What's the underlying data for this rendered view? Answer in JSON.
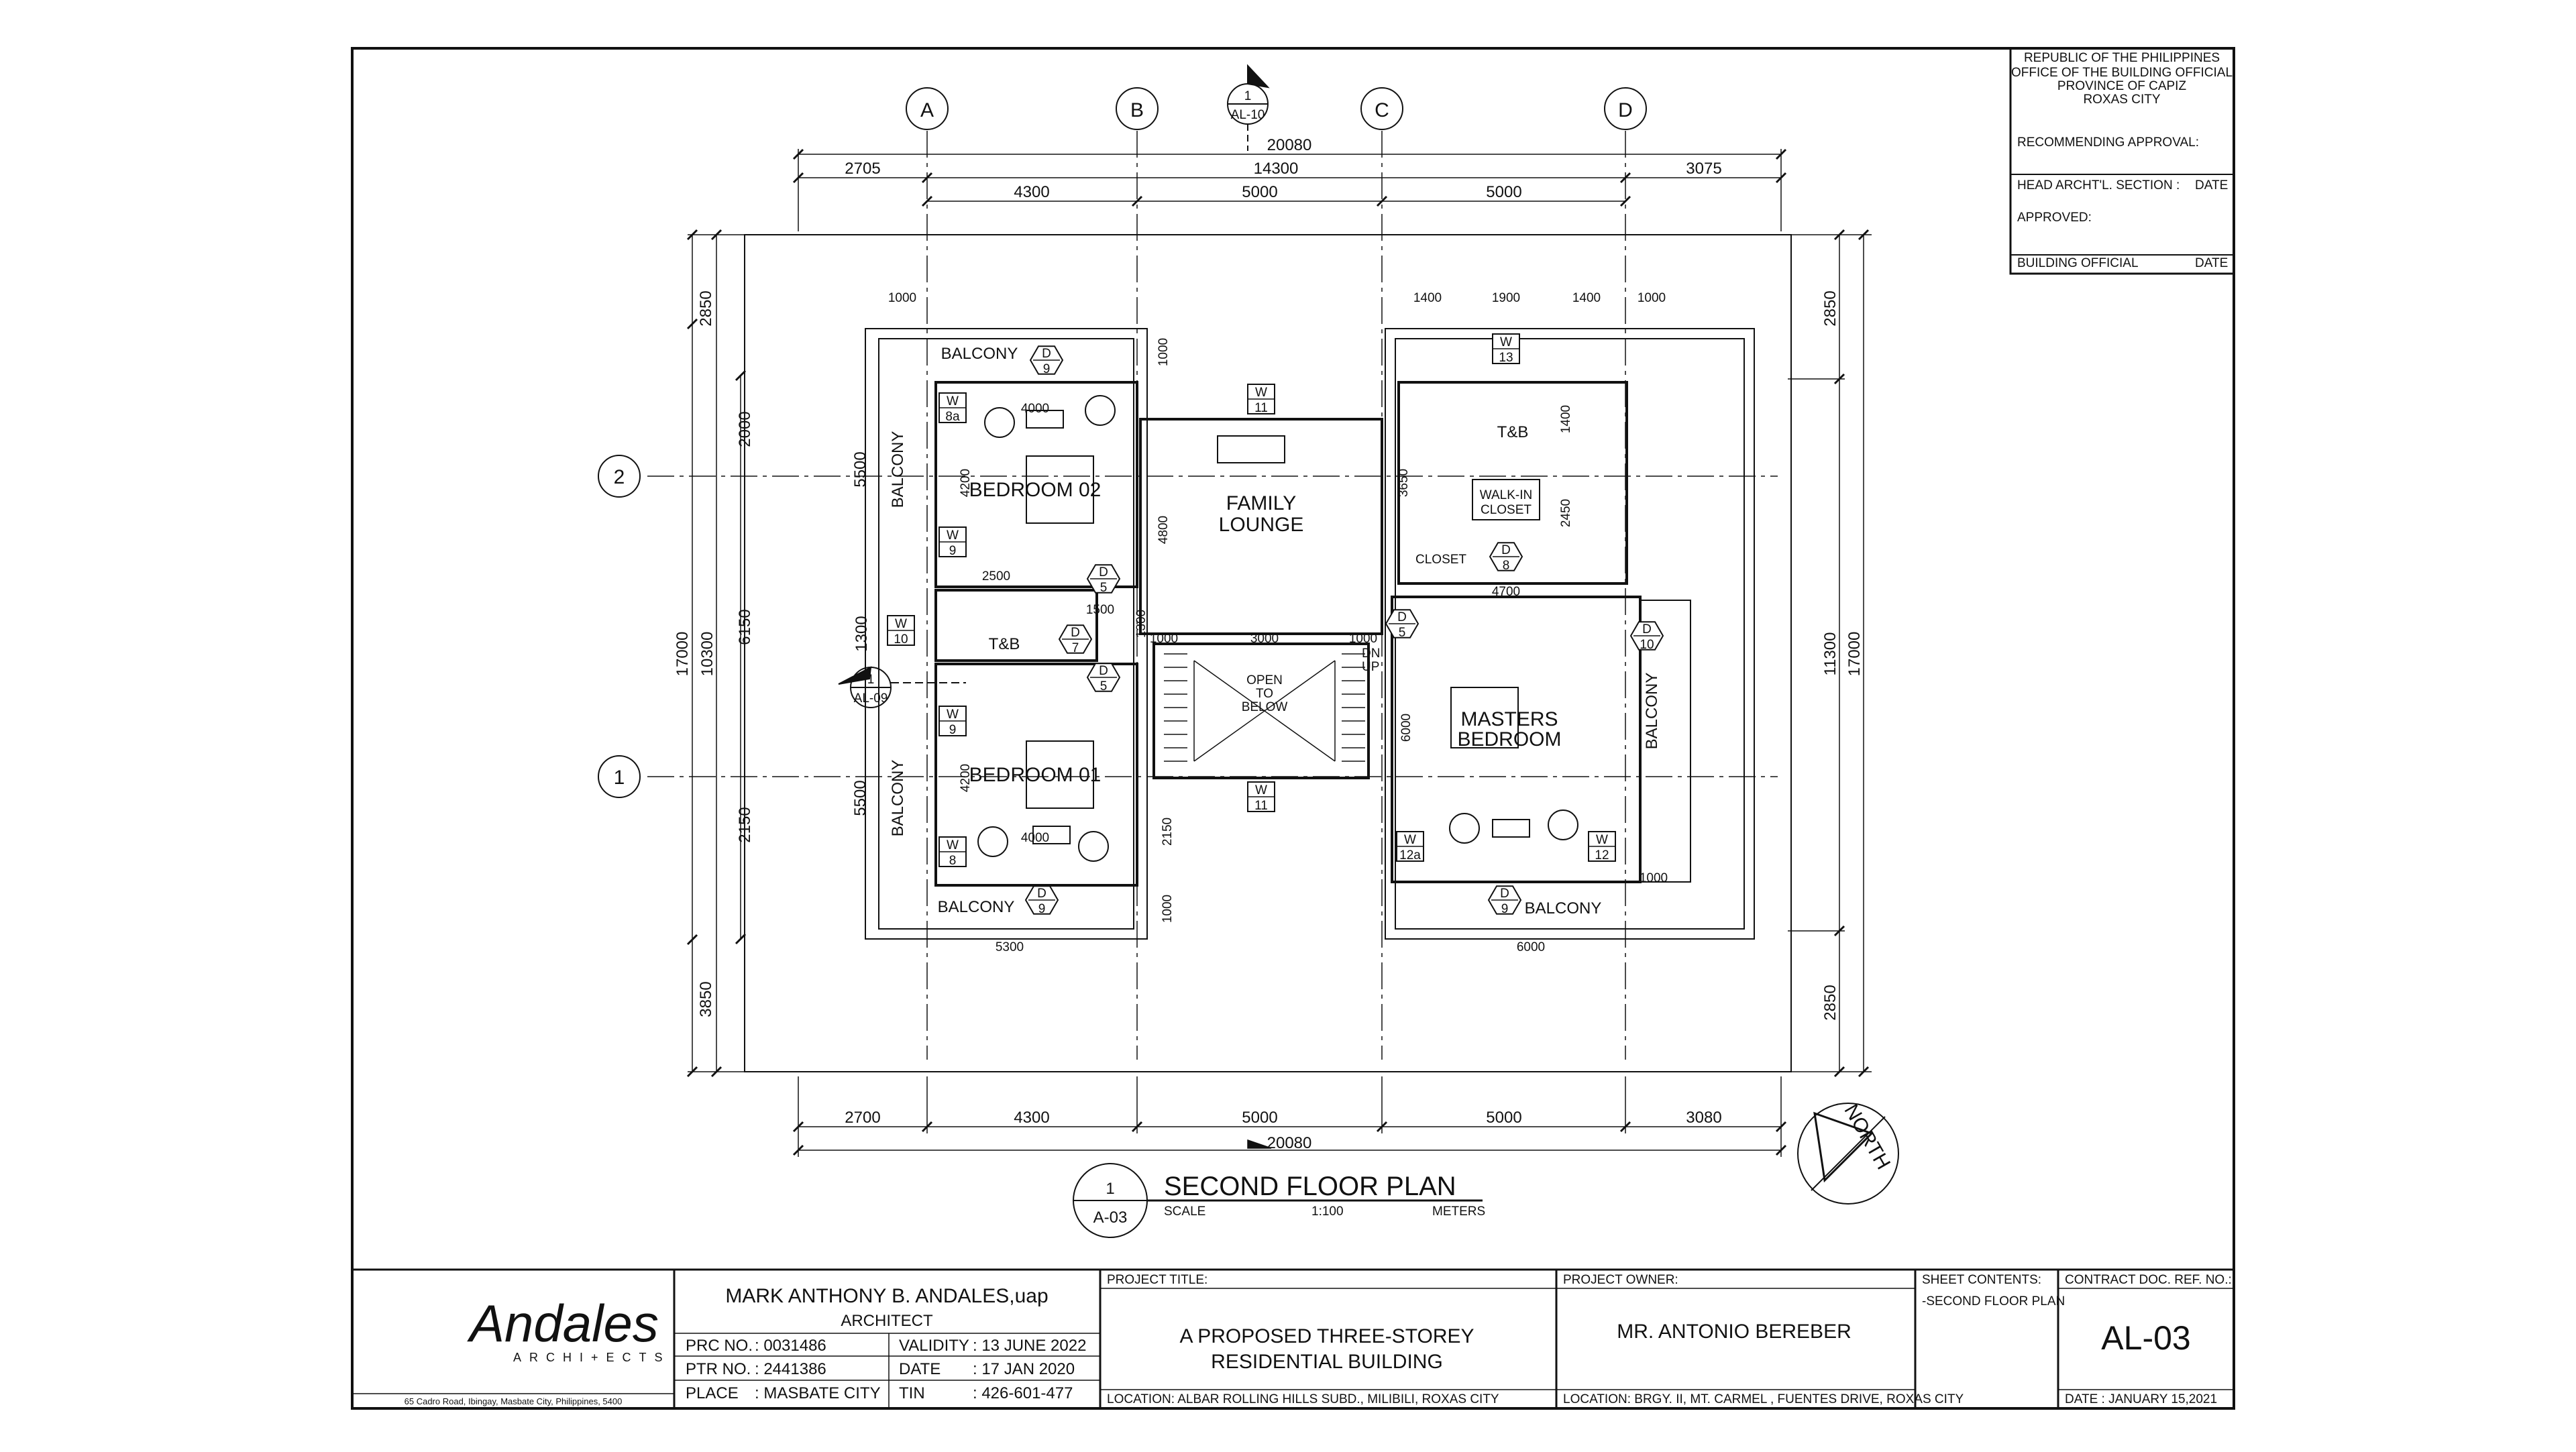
{
  "approval": {
    "lines": [
      "REPUBLIC OF THE PHILIPPINES",
      "OFFICE OF THE BUILDING OFFICIAL",
      "PROVINCE OF CAPIZ",
      "ROXAS CITY"
    ],
    "recommending": "RECOMMENDING APPROVAL:",
    "head_section": "HEAD ARCHT'L. SECTION :",
    "date1": "DATE",
    "approved": "APPROVED:",
    "building_official": "BUILDING OFFICIAL",
    "date2": "DATE"
  },
  "grid": {
    "cols": [
      "A",
      "B",
      "C",
      "D"
    ],
    "rows": [
      "2",
      "1"
    ]
  },
  "section_mark": {
    "top_num": "1",
    "top_ref": "AL-10",
    "left_num": "1",
    "left_ref": "AL-09"
  },
  "dims": {
    "top_overall": "20080",
    "top_row": [
      "2705",
      "14300",
      "3075"
    ],
    "top_grid": [
      "4300",
      "5000",
      "5000"
    ],
    "bot_row": [
      "2700",
      "4300",
      "5000",
      "5000",
      "3080"
    ],
    "bot_overall": "20080",
    "left_outer": [
      "2850",
      "17000",
      "3850"
    ],
    "left_mid": [
      "10300",
      "1300",
      "5500",
      "5500"
    ],
    "left_inner": [
      "2000",
      "6150",
      "2150"
    ],
    "right_outer": [
      "2850",
      "17000",
      "2850"
    ],
    "right_mid": "11300",
    "bed2_top": "1000",
    "bed2_side": "1000",
    "bed2_width": "4000",
    "bed2_h": "4200",
    "tb_w": "2500",
    "tb_w2": "1500",
    "bed1_width": "4000",
    "bed1_h": "4200",
    "lounge_h": "4800",
    "stair": [
      "1000",
      "3000",
      "1000"
    ],
    "left_bottom_w": "5300",
    "right_bottom_w": "6000",
    "lounge_low": "2150",
    "lounge_low2": "1000",
    "tb2_top": [
      "1400",
      "1900",
      "1400",
      "1000"
    ],
    "tb2_h": "1400",
    "closet_h": "2450",
    "closet_v": "3650",
    "master_w": "4700",
    "master_h": "6000",
    "master_side": "1000"
  },
  "rooms": {
    "balcony_top_left": "BALCONY",
    "balcony_left_upper": "BALCONY",
    "balcony_left_lower": "BALCONY",
    "balcony_bottom_left": "BALCONY",
    "balcony_bottom_right": "BALCONY",
    "balcony_right": "BALCONY",
    "bedroom2": "BEDROOM 02",
    "bedroom1": "BEDROOM 01",
    "tb_left": "T&B",
    "tb_right": "T&B",
    "family_1": "FAMILY",
    "family_2": "LOUNGE",
    "walkin_1": "WALK-IN",
    "walkin_2": "CLOSET",
    "masters_1": "MASTERS",
    "masters_2": "BEDROOM",
    "open_1": "OPEN",
    "open_2": "TO",
    "open_3": "BELOW",
    "dn": "DN",
    "up": "UP",
    "closet_small": "CLOSET"
  },
  "tags": {
    "w8a": [
      "W",
      "8a"
    ],
    "w9a": [
      "W",
      "9"
    ],
    "w10": [
      "W",
      "10"
    ],
    "w9b": [
      "W",
      "9"
    ],
    "w8": [
      "W",
      "8"
    ],
    "w11a": [
      "W",
      "11"
    ],
    "w11b": [
      "W",
      "11"
    ],
    "w13": [
      "W",
      "13"
    ],
    "w12a": [
      "W",
      "12a"
    ],
    "w12": [
      "W",
      "12"
    ],
    "d9a": [
      "D",
      "9"
    ],
    "d9b": [
      "D",
      "9"
    ],
    "d9c": [
      "D",
      "9"
    ],
    "d5a": [
      "D",
      "5"
    ],
    "d7": [
      "D",
      "7"
    ],
    "d5b": [
      "D",
      "5"
    ],
    "d5c": [
      "D",
      "5"
    ],
    "d8": [
      "D",
      "8"
    ],
    "d10": [
      "D",
      "10"
    ]
  },
  "plan_title": {
    "num": "1",
    "ref": "A-03",
    "title": "SECOND FLOOR PLAN",
    "scale_label": "SCALE",
    "scale": "1:100",
    "units": "METERS"
  },
  "north": "NORTH",
  "title_block": {
    "logo": "Andales",
    "logo_sub": "ARCHI+ECTS",
    "address": "65 Cadro Road, Ibingay, Masbate City, Philippines, 5400",
    "architect_name": "MARK ANTHONY B. ANDALES,uap",
    "architect_role": "ARCHITECT",
    "prc_label": "PRC NO.",
    "prc": ": 0031486",
    "validity_label": "VALIDITY",
    "validity": ": 13 JUNE 2022",
    "ptr_label": "PTR NO.",
    "ptr": ": 2441386",
    "date_label": "DATE",
    "date": ": 17 JAN 2020",
    "place_label": "PLACE",
    "place": ": MASBATE CITY",
    "tin_label": "TIN",
    "tin": ":     426-601-477",
    "project_title_label": "PROJECT TITLE:",
    "project_title_1": "A PROPOSED THREE-STOREY",
    "project_title_2": "RESIDENTIAL BUILDING",
    "project_location": "LOCATION: ALBAR ROLLING HILLS SUBD., MILIBILI, ROXAS CITY",
    "owner_label": "PROJECT OWNER:",
    "owner": "MR. ANTONIO BEREBER",
    "owner_location": "LOCATION: BRGY. II, MT. CARMEL , FUENTES DRIVE, ROXAS CITY",
    "sheet_contents_label": "SHEET CONTENTS:",
    "sheet_contents": "-SECOND FLOOR PLAN",
    "contract_label": "CONTRACT DOC. REF. NO.:",
    "sheet_no": "AL-03",
    "sheet_date": "DATE : JANUARY 15,2021"
  }
}
